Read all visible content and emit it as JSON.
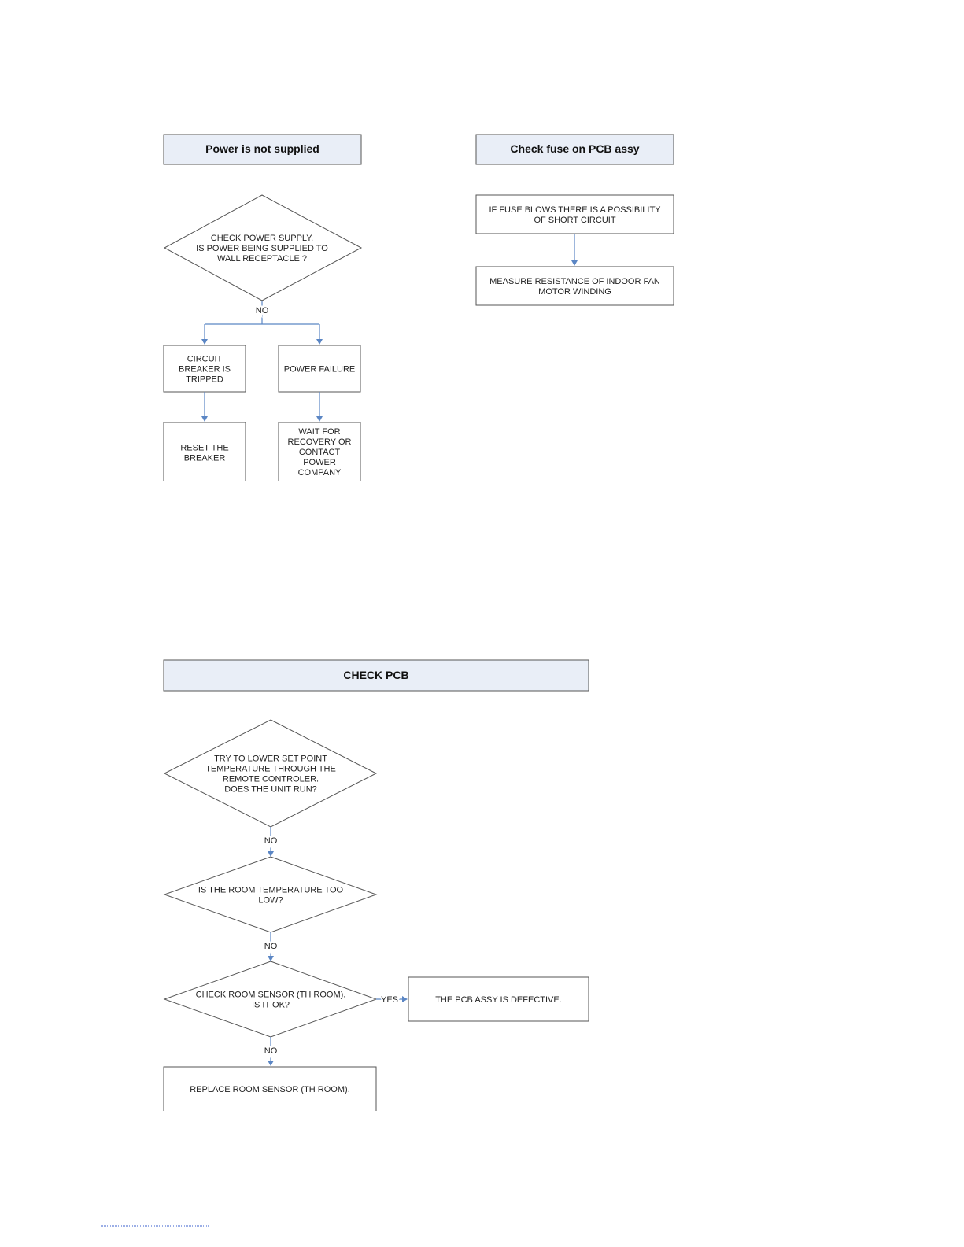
{
  "flowcharts": {
    "power": {
      "title": "Power is not supplied",
      "check_supply": [
        "CHECK POWER SUPPLY.",
        "IS POWER BEING SUPPLIED TO",
        "WALL RECEPTACLE ?"
      ],
      "no_label": "NO",
      "breaker_tripped": [
        "CIRCUIT",
        "BREAKER IS",
        "TRIPPED"
      ],
      "power_failure": [
        "POWER FAILURE"
      ],
      "reset_breaker": [
        "RESET THE",
        "BREAKER"
      ],
      "wait_recovery": [
        "WAIT FOR",
        "RECOVERY OR",
        "CONTACT",
        "POWER",
        "COMPANY"
      ]
    },
    "fuse": {
      "title": "Check fuse on PCB assy",
      "fuse_blows": [
        "IF FUSE BLOWS THERE IS A POSSIBILITY",
        "OF SHORT CIRCUIT"
      ],
      "measure": [
        "MEASURE RESISTANCE OF INDOOR FAN",
        "MOTOR WINDING"
      ]
    },
    "pcb": {
      "title": "CHECK PCB",
      "lower_setpoint": [
        "TRY TO LOWER SET POINT",
        "TEMPERATURE THROUGH THE",
        "REMOTE CONTROLER.",
        "DOES THE UNIT RUN?"
      ],
      "no_label_1": "NO",
      "room_temp_low": [
        "IS THE ROOM TEMPERATURE TOO",
        "LOW?"
      ],
      "no_label_2": "NO",
      "check_sensor": [
        "CHECK ROOM SENSOR (TH ROOM).",
        "IS IT OK?"
      ],
      "yes_label": "YES",
      "pcb_defective": [
        "THE PCB ASSY IS DEFECTIVE."
      ],
      "no_label_3": "NO",
      "replace_sensor": [
        "REPLACE ROOM SENSOR (TH ROOM)."
      ]
    }
  },
  "colors": {
    "header_fill": "#e9eef7",
    "connector": "#5b86c4",
    "border": "#555555"
  }
}
